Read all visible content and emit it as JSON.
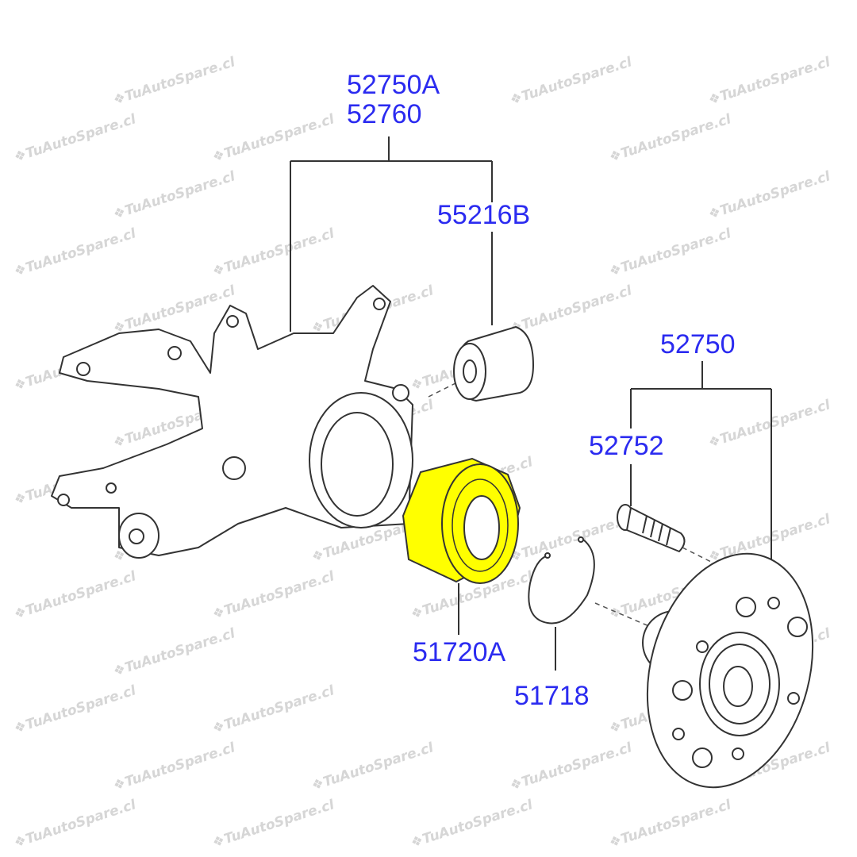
{
  "watermark": "TuAutoSpare.cl",
  "colors": {
    "label": "#2b2bf0",
    "highlight": "#ffff00"
  },
  "parts": [
    {
      "id": "52750A",
      "name": "knuckle"
    },
    {
      "id": "52760",
      "name": "knuckle-alt"
    },
    {
      "id": "55216B",
      "name": "bushing"
    },
    {
      "id": "52750",
      "name": "hub"
    },
    {
      "id": "52752",
      "name": "hub-bolt"
    },
    {
      "id": "51720A",
      "name": "wheel-bearing",
      "highlighted": true
    },
    {
      "id": "51718",
      "name": "snap-ring"
    }
  ]
}
